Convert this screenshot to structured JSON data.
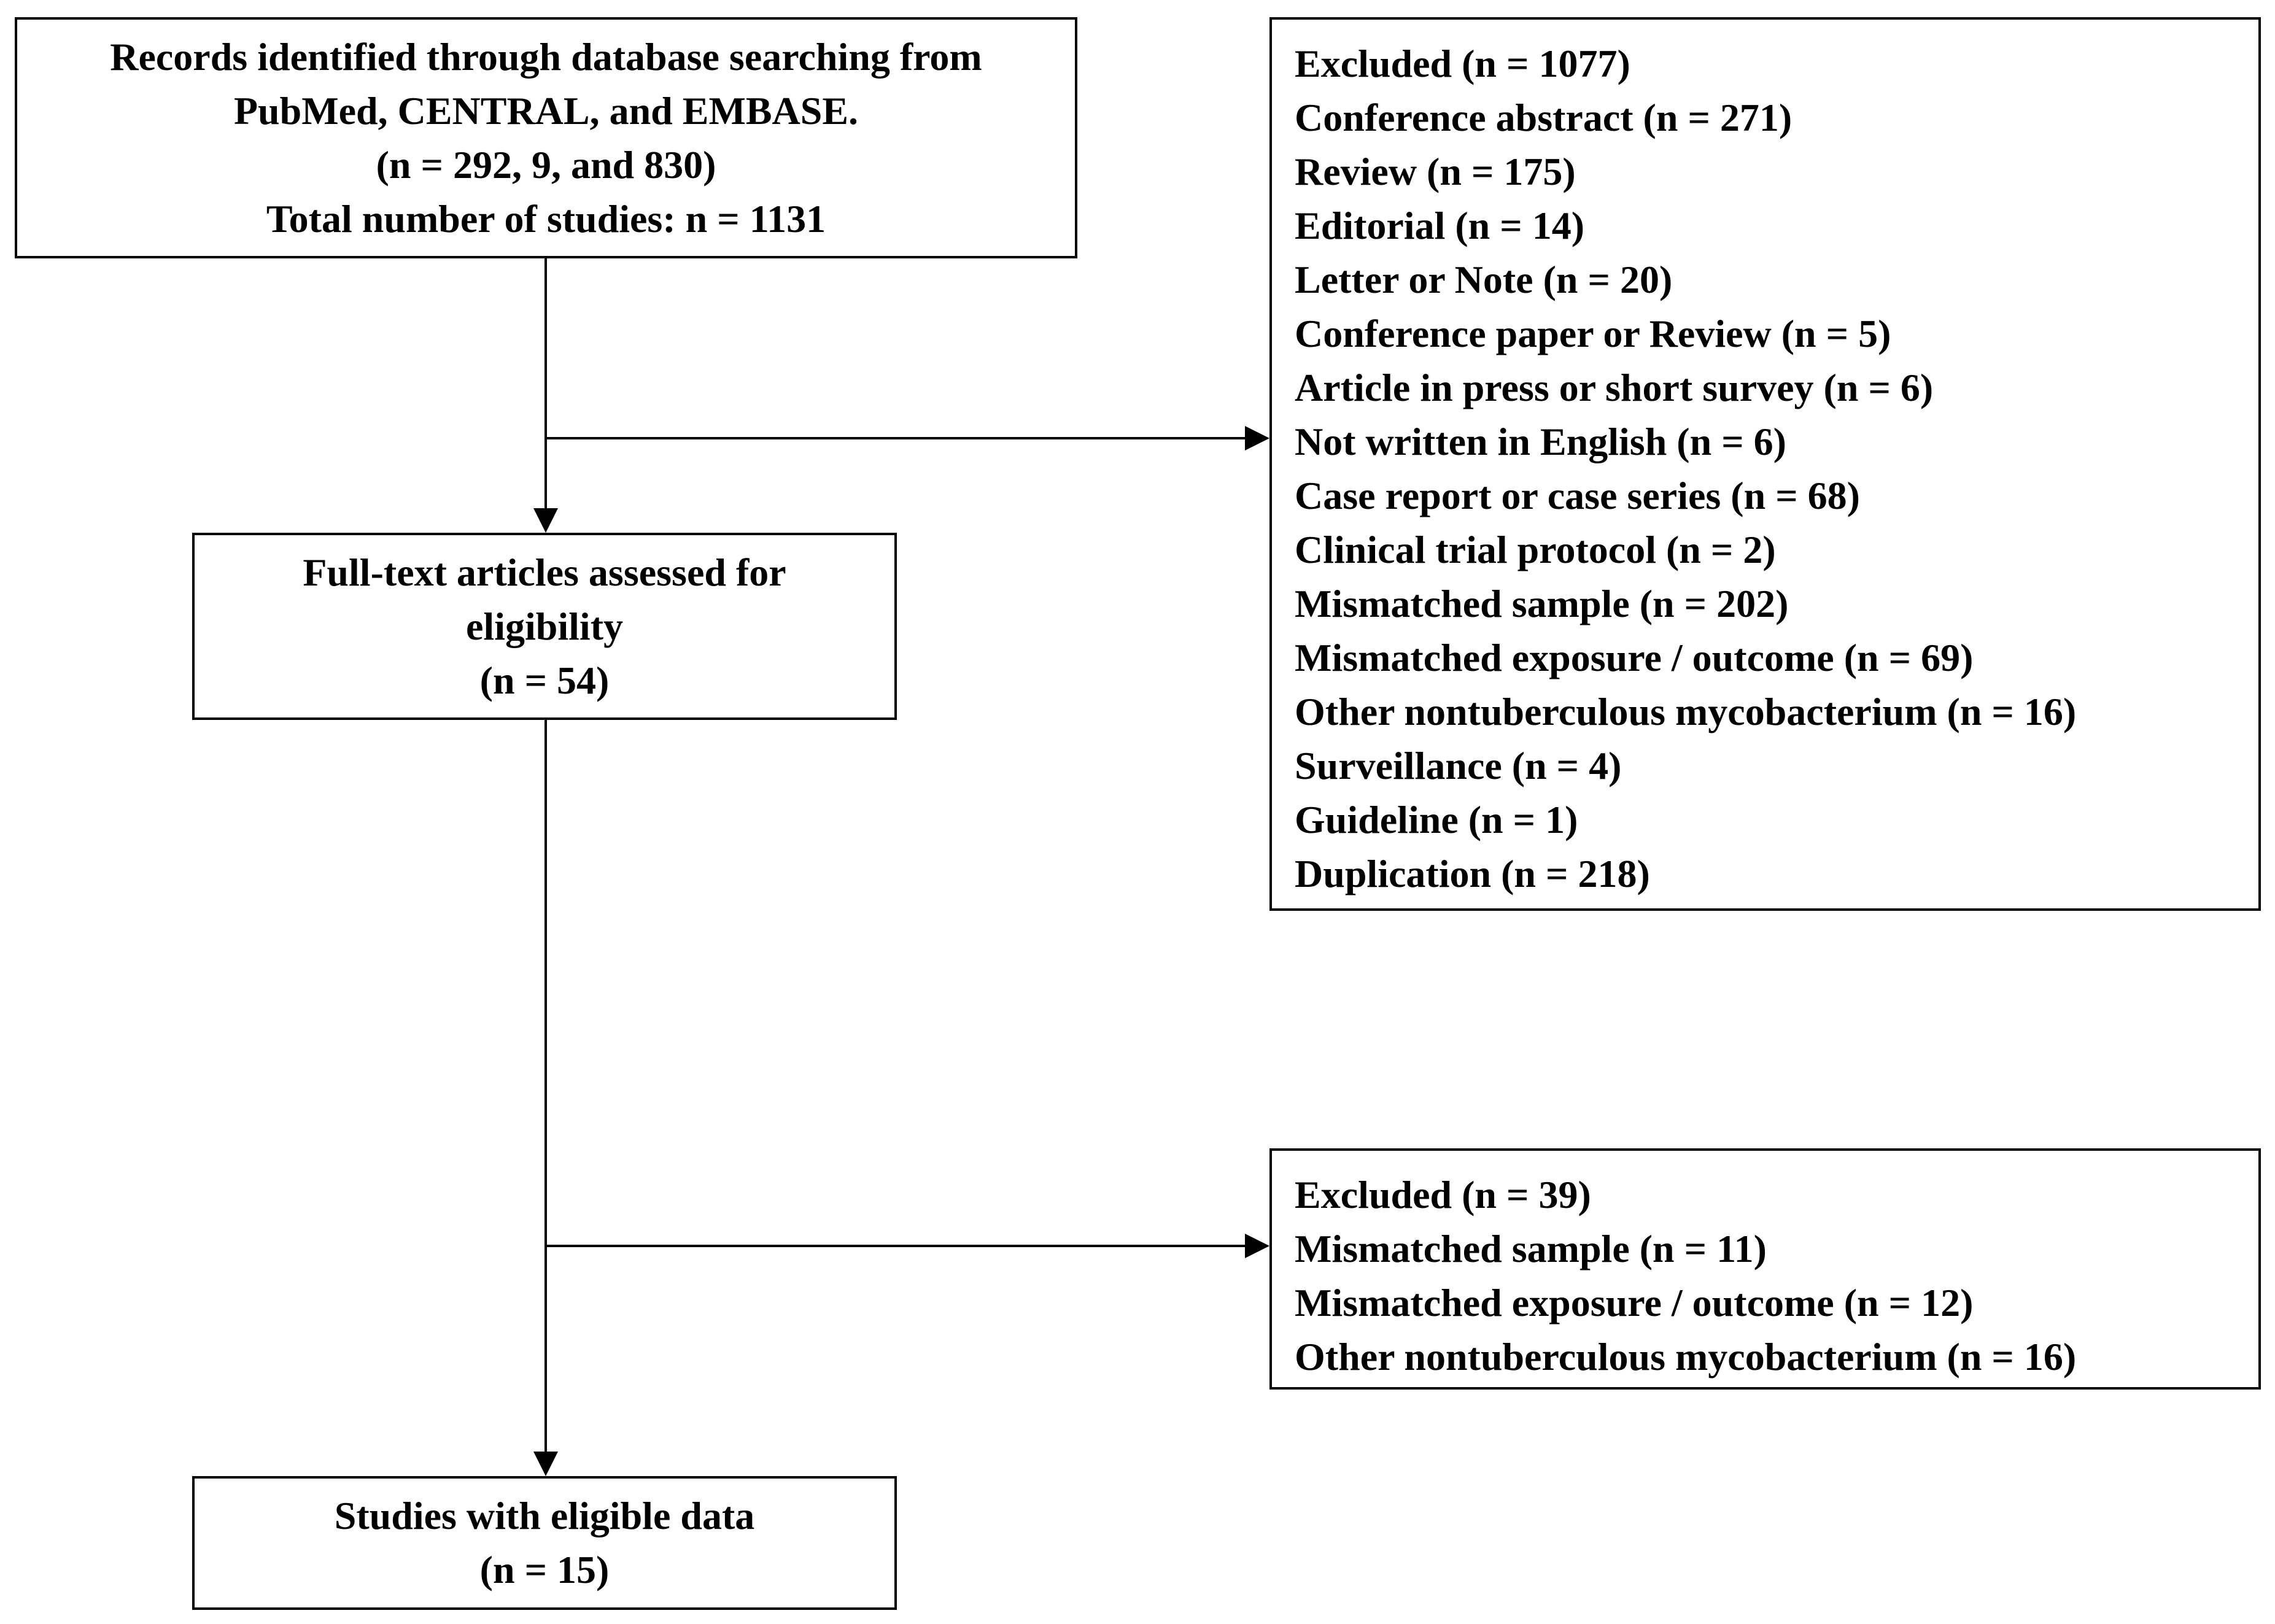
{
  "nodes": {
    "records": {
      "lines": [
        "Records identified through database searching from",
        "PubMed, CENTRAL, and EMBASE.",
        "(n = 292, 9, and 830)",
        "Total number of studies: n = 1131"
      ]
    },
    "fulltext": {
      "lines": [
        "Full-text articles assessed for",
        "eligibility",
        "(n = 54)"
      ]
    },
    "eligible": {
      "lines": [
        "Studies with eligible data",
        "(n = 15)"
      ]
    },
    "excluded_first": {
      "lines": [
        "Excluded (n = 1077)",
        "Conference abstract (n = 271)",
        "Review (n = 175)",
        "Editorial (n = 14)",
        "Letter or Note (n = 20)",
        "Conference paper or Review (n = 5)",
        "Article in press or short survey (n = 6)",
        "Not written in English (n = 6)",
        "Case report or case series (n = 68)",
        "Clinical trial protocol (n = 2)",
        "Mismatched sample (n = 202)",
        "Mismatched exposure / outcome (n = 69)",
        "Other nontuberculous mycobacterium (n = 16)",
        "Surveillance (n = 4)",
        "Guideline (n = 1)",
        "Duplication (n = 218)"
      ]
    },
    "excluded_second": {
      "lines": [
        "Excluded (n = 39)",
        "Mismatched sample (n = 11)",
        "Mismatched exposure / outcome (n = 12)",
        "Other nontuberculous mycobacterium (n = 16)"
      ]
    }
  },
  "edges": [
    {
      "from": "records",
      "to": "fulltext"
    },
    {
      "from": "records",
      "to": "excluded_first"
    },
    {
      "from": "fulltext",
      "to": "eligible"
    },
    {
      "from": "fulltext",
      "to": "excluded_second"
    }
  ],
  "colors": {
    "line": "#000000",
    "background": "#ffffff"
  }
}
